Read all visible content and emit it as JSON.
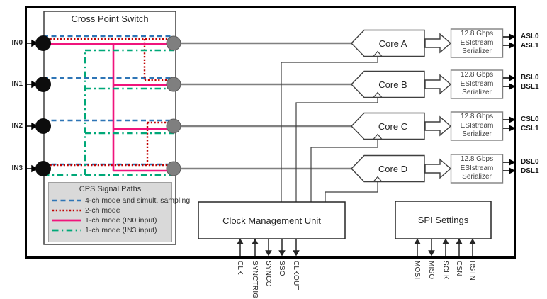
{
  "colors": {
    "path_4ch": "#2E75B6",
    "path_2ch": "#C00000",
    "path_1ch_in0": "#F0147C",
    "path_1ch_in3": "#00A878",
    "signal_gray": "#808080",
    "legend_bg": "#D9D9D9"
  },
  "cps": {
    "title": "Cross Point Switch",
    "inputs": [
      "IN0",
      "IN1",
      "IN2",
      "IN3"
    ],
    "legend": {
      "title": "CPS Signal Paths",
      "items": [
        {
          "label": "4-ch mode and simult. sampling"
        },
        {
          "label": "2-ch mode"
        },
        {
          "label": "1-ch mode (IN0 input)"
        },
        {
          "label": "1-ch mode (IN3 input)"
        }
      ]
    }
  },
  "serializer": {
    "line1": "12.8 Gbps",
    "line2": "ESIstream",
    "line3": "Serializer"
  },
  "cores": [
    {
      "label": "Core A",
      "out0": "ASL0",
      "out1": "ASL1"
    },
    {
      "label": "Core B",
      "out0": "BSL0",
      "out1": "BSL1"
    },
    {
      "label": "Core C",
      "out0": "CSL0",
      "out1": "CSL1"
    },
    {
      "label": "Core D",
      "out0": "DSL0",
      "out1": "DSL1"
    }
  ],
  "cmu": {
    "title": "Clock Management Unit",
    "pins": [
      "CLK",
      "SYNCTRIG",
      "SYNCO",
      "SSO",
      "CLKOUT"
    ]
  },
  "spi": {
    "title": "SPI Settings",
    "pins": [
      "MOSI",
      "MISO",
      "SCLK",
      "CSN",
      "RSTN"
    ]
  }
}
